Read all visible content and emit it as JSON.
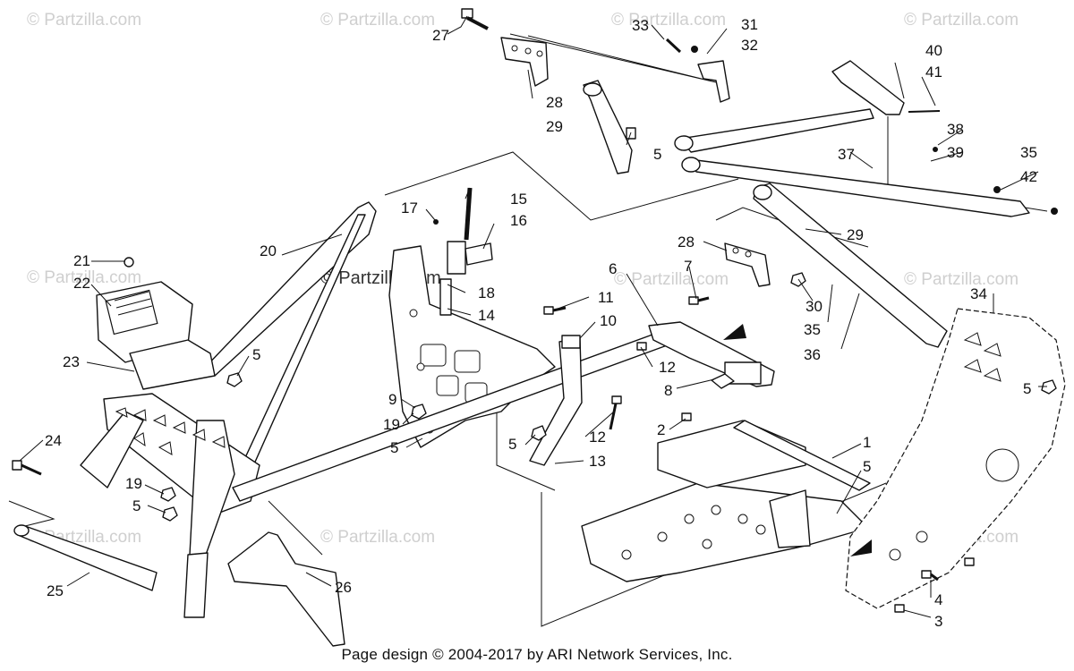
{
  "watermark": {
    "text": "© Partzilla.com"
  },
  "footer": {
    "copyright": "Page design © 2004-2017 by ARI Network Services, Inc."
  },
  "callouts": [
    "1",
    "2",
    "3",
    "4",
    "5",
    "6",
    "7",
    "8",
    "9",
    "10",
    "11",
    "12",
    "13",
    "14",
    "15",
    "16",
    "17",
    "18",
    "19",
    "20",
    "21",
    "22",
    "23",
    "24",
    "25",
    "26",
    "27",
    "28",
    "29",
    "30",
    "31",
    "32",
    "33",
    "34",
    "35",
    "36",
    "37",
    "38",
    "39",
    "40",
    "41",
    "42"
  ],
  "labels": {
    "c27": "27",
    "c33": "33",
    "c31": "31",
    "c32": "32",
    "c40": "40",
    "c41": "41",
    "c28a": "28",
    "c29a": "29",
    "c5a": "5",
    "c37": "37",
    "c38": "38",
    "c39": "39",
    "c35a": "35",
    "c42": "42",
    "c15": "15",
    "c17": "17",
    "c16": "16",
    "c20": "20",
    "c21": "21",
    "c22": "22",
    "c18": "18",
    "c14": "14",
    "c11": "11",
    "c6": "6",
    "c7": "7",
    "c28b": "28",
    "c29b": "29",
    "c30": "30",
    "c35b": "35",
    "c36": "36",
    "c34": "34",
    "c10": "10",
    "c23": "23",
    "c5b": "5",
    "c12a": "12",
    "c8": "8",
    "c9": "9",
    "c19a": "19",
    "c5c": "5",
    "c5d": "5",
    "c12b": "12",
    "c13": "13",
    "c2": "2",
    "c1": "1",
    "c5e": "5",
    "c24": "24",
    "c19b": "19",
    "c5f": "5",
    "c26": "26",
    "c25": "25",
    "c4": "4",
    "c3": "3",
    "c5g": "5"
  }
}
